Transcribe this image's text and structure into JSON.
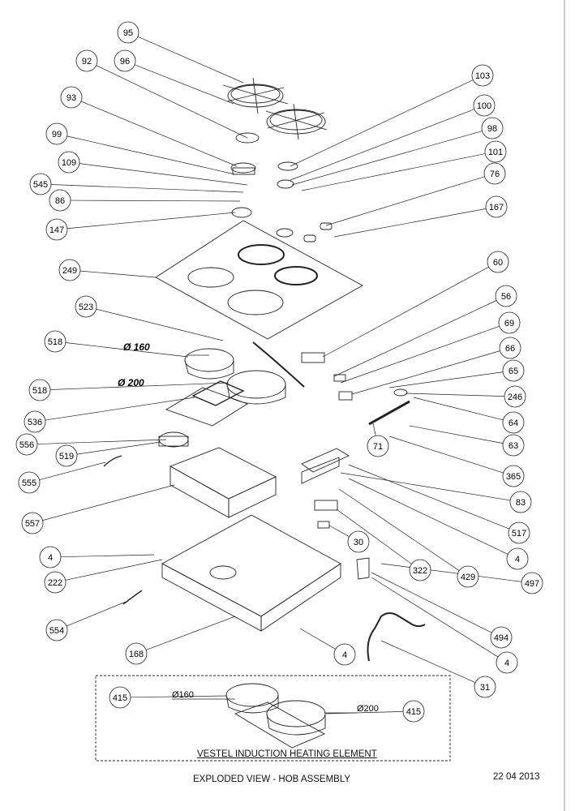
{
  "diagram": {
    "footer_title": "EXPLODED VIEW - HOB ASSEMBLY",
    "footer_date": "22 04 2013",
    "inset_title": "VESTEL INDUCTION HEATING ELEMENT",
    "dimensions": {
      "d160": "Ø 160",
      "d200": "Ø 200",
      "inset_d160": "Ø160",
      "inset_d200": "Ø200"
    },
    "part_labels": [
      "95",
      "96",
      "92",
      "93",
      "99",
      "109",
      "545",
      "86",
      "147",
      "249",
      "523",
      "518",
      "518",
      "536",
      "556",
      "519",
      "555",
      "557",
      "4",
      "222",
      "554",
      "168",
      "103",
      "100",
      "98",
      "101",
      "76",
      "167",
      "60",
      "56",
      "69",
      "66",
      "65",
      "246",
      "64",
      "63",
      "71",
      "365",
      "83",
      "517",
      "4",
      "497",
      "429",
      "322",
      "30",
      "494",
      "4",
      "31",
      "4",
      "415",
      "415"
    ]
  }
}
